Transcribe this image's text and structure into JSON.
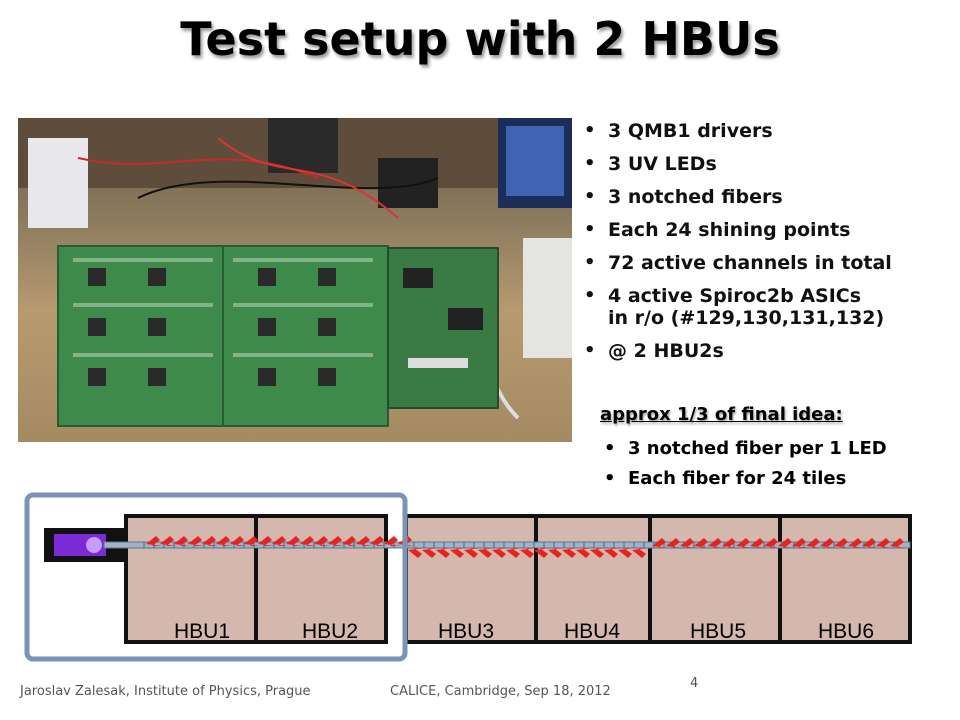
{
  "slide": {
    "title": "Test setup with 2 HBUs",
    "bullets": [
      "3 QMB1 drivers",
      "3 UV LEDs",
      "3 notched fibers",
      "Each 24 shining points",
      "72 active channels in total",
      "4 active Spiroc2b ASICs",
      "in r/o (#129,130,131,132)",
      "@ 2 HBU2s"
    ],
    "subtitle": "approx 1/3 of final idea:",
    "sub_bullets": [
      "3 notched fiber per 1 LED",
      "Each fiber for 24 tiles"
    ]
  },
  "diagram": {
    "hbu_labels": [
      "HBU1",
      "HBU2",
      "HBU3",
      "HBU4",
      "HBU5",
      "HBU6"
    ],
    "colors": {
      "tile": "#d4b8ad",
      "frame": "#111111",
      "highlight": "#7b93b5",
      "arrows": "#e8231e",
      "led": "#7a2ad6"
    }
  },
  "footer": {
    "author": "Jaroslav Zalesak, Institute of Physics, Prague",
    "event": "CALICE, Cambridge, Sep 18, 2012",
    "page_number": "4"
  }
}
